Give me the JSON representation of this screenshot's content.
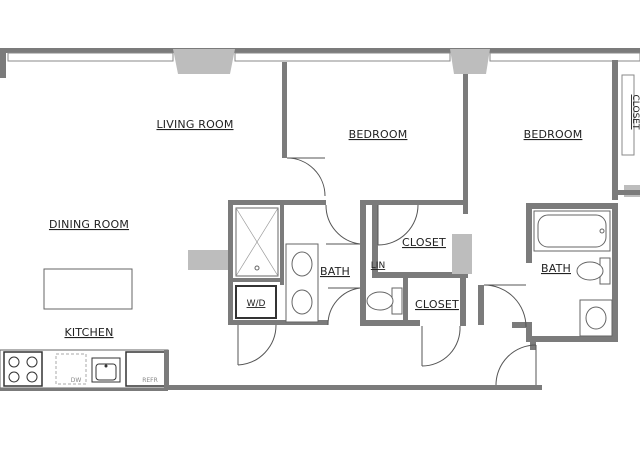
{
  "labels": {
    "living_room": "LIVING ROOM",
    "dining_room": "DINING ROOM",
    "kitchen": "KITCHEN",
    "bedroom_1": "BEDROOM",
    "bedroom_2": "BEDROOM",
    "bath_1": "BATH",
    "bath_2": "BATH",
    "closet_1": "CLOSET",
    "closet_2": "CLOSET",
    "closet_3": "CLOSET",
    "linen": "LIN",
    "washer_dryer": "W/D",
    "dishwasher": "DW",
    "refrigerator": "REFR"
  },
  "colors": {
    "wall": "#7b7b7b",
    "wall_light": "#bdbdbd",
    "fixture_stroke": "#666666",
    "text": "#222222"
  }
}
